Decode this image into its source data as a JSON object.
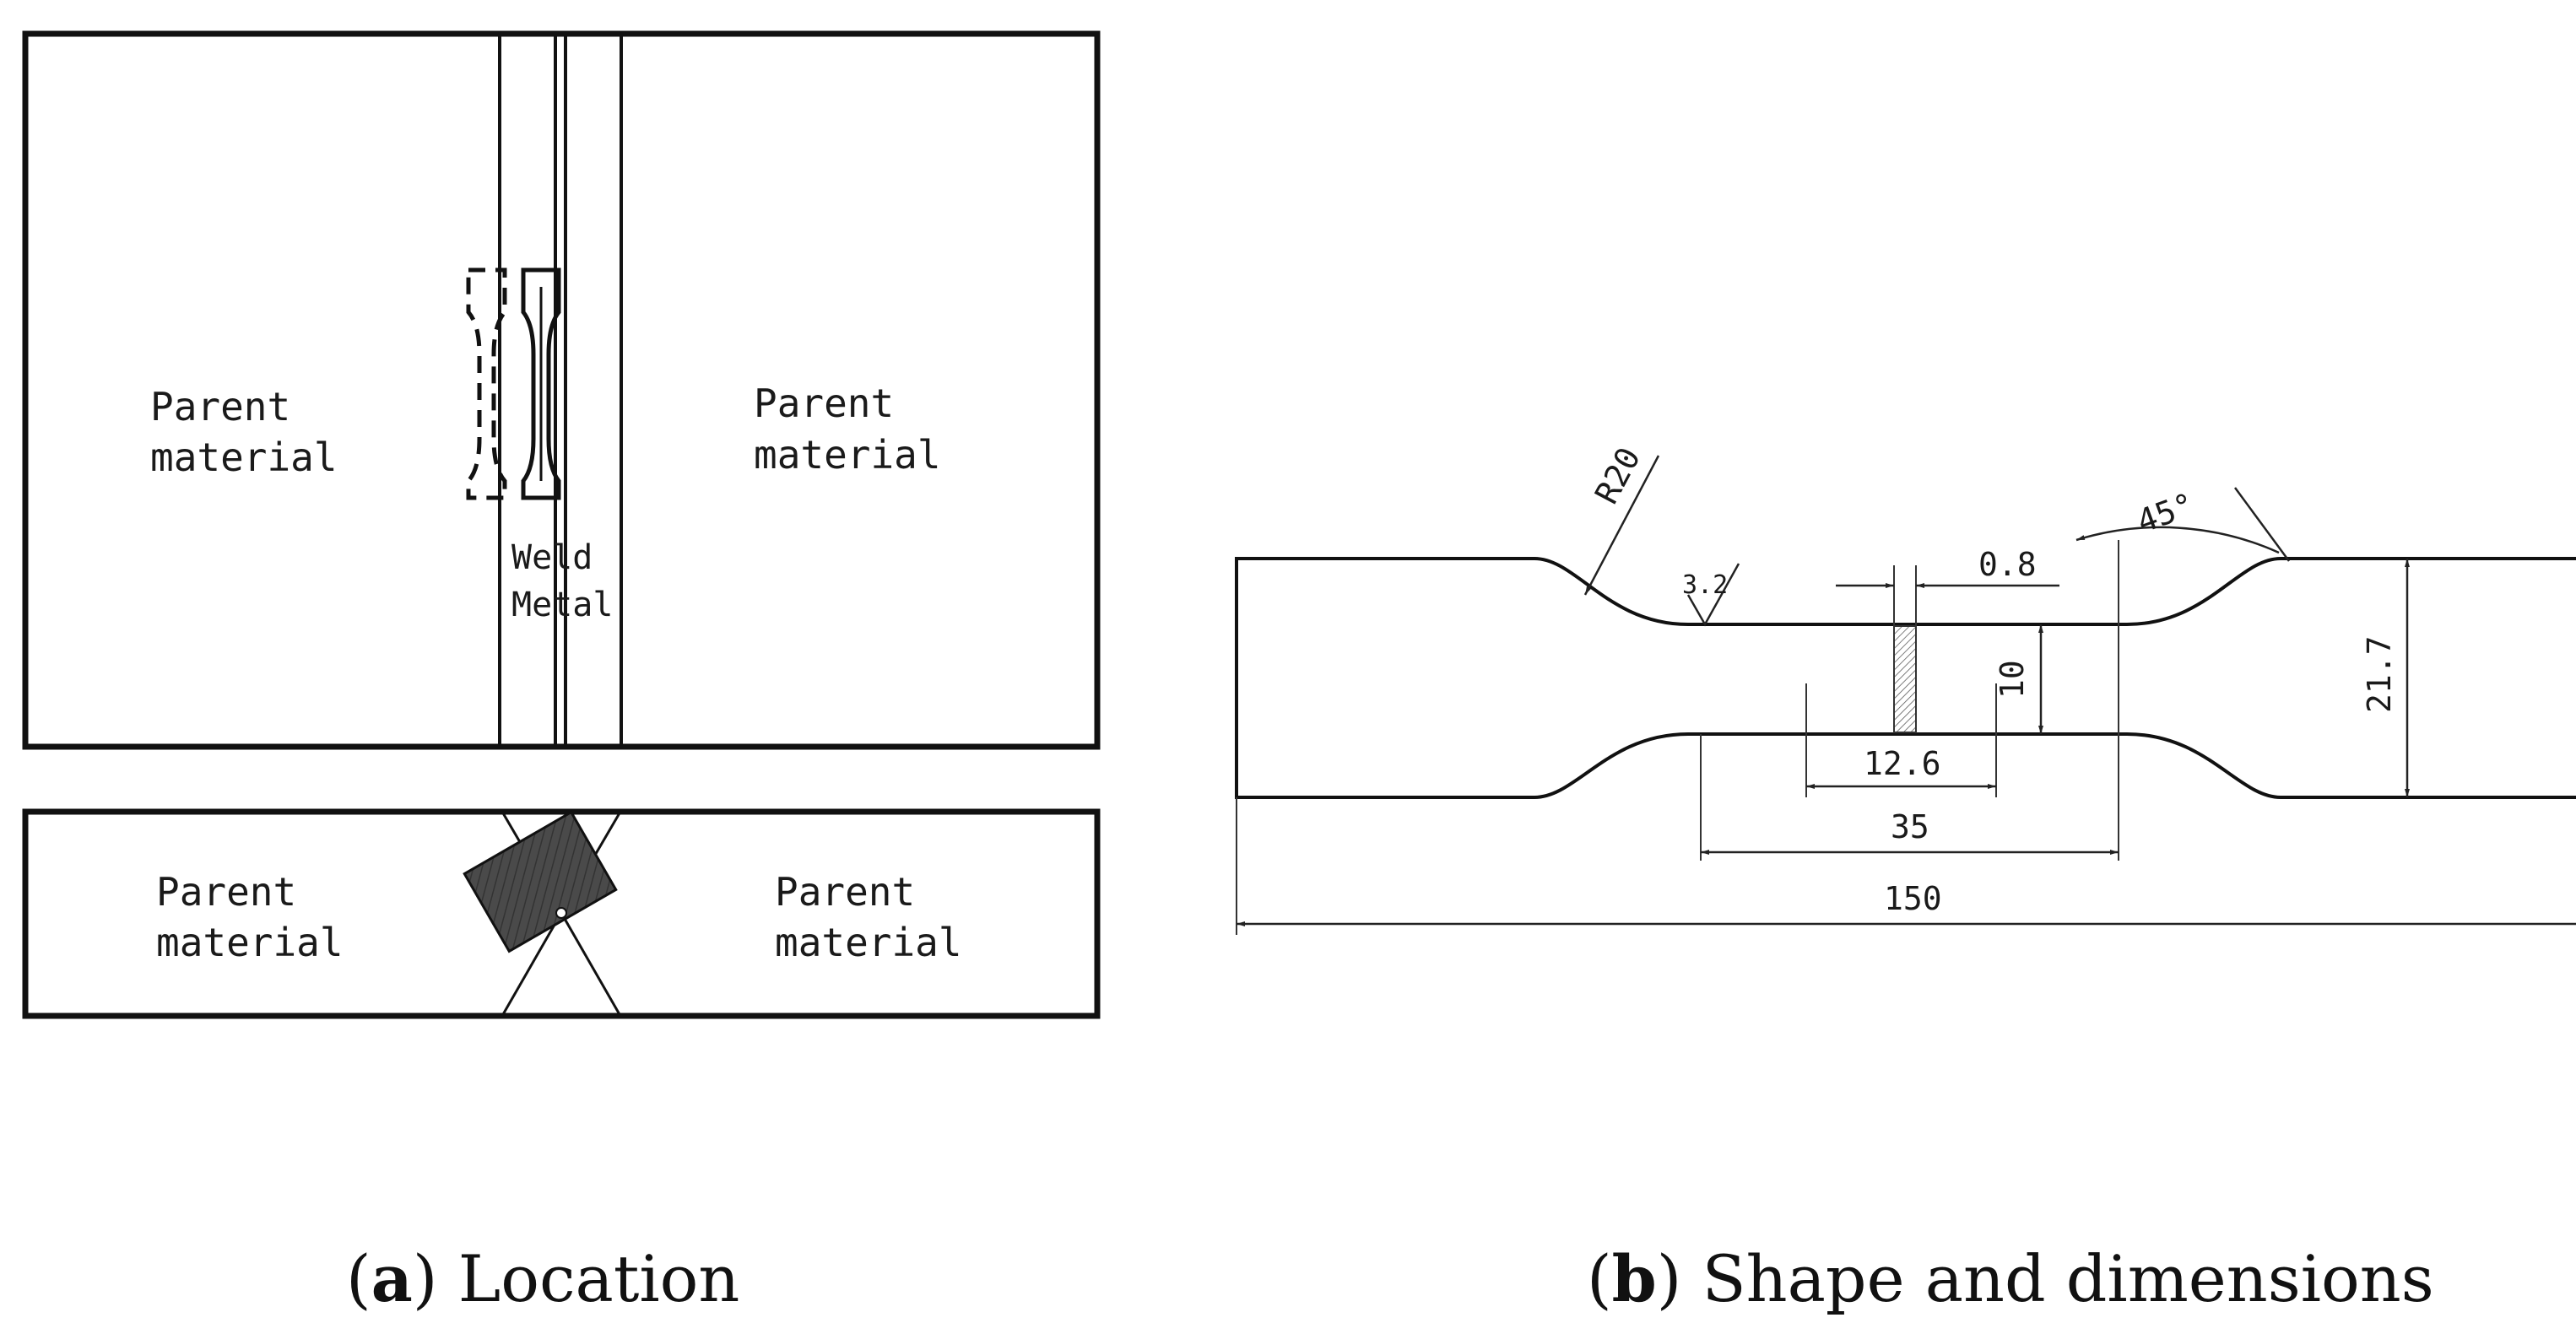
{
  "panel_a": {
    "plan_left_label": [
      "Parent",
      "material"
    ],
    "plan_right_label": [
      "Parent",
      "material"
    ],
    "weld_label": [
      "Weld",
      "Metal"
    ],
    "section_left_label": [
      "Parent",
      "material"
    ],
    "section_right_label": [
      "Parent",
      "material"
    ],
    "caption_letter": "a",
    "caption_text": "Location"
  },
  "panel_b": {
    "radius_label": "R20",
    "roughness_label": "3.2",
    "notch_width_label": "0.8",
    "angle_label": "45°",
    "gauge_width_label": "10",
    "grip_width_label": "21.7",
    "gauge_extent_label": "12.6",
    "reduced_length_label": "35",
    "overall_length_label": "150",
    "caption_letter": "b",
    "caption_text": "Shape and dimensions"
  }
}
